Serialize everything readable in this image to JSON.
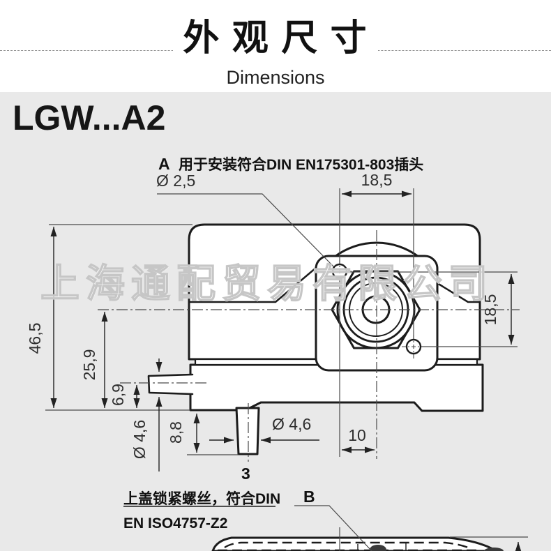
{
  "page": {
    "title": "外 观 尺 寸",
    "subtitle": "Dimensions",
    "model": "LGW...A2",
    "watermark": "上海通配贸易有限公司"
  },
  "annotations": {
    "plug_label": "A",
    "plug_note": "用于安装符合DIN EN175301-803插头",
    "plug_hole_dia": "Ø 2,5",
    "test_port_label": "3",
    "cover_screw_label": "B",
    "cover_screw_note_line1": "上盖锁紧螺丝，符合DIN",
    "cover_screw_note_line2": "EN ISO4757-Z2"
  },
  "dimensions": {
    "plug_hole_pitch_x": "18,5",
    "plug_hole_pitch_y": "18,5",
    "total_height": "46,5",
    "axis_height": "25,9",
    "nipple_axis_height": "6,9",
    "nipple_dia": "Ø 4,6",
    "test_port_length": "8,8",
    "test_port_dia": "Ø 4,6",
    "test_port_offset": "10"
  },
  "colors": {
    "background": "#e9e9e9",
    "paper": "#ffffff",
    "line": "#1c1c1c",
    "dim_text": "#2e2e2e",
    "watermark": "#c6c6c6"
  }
}
